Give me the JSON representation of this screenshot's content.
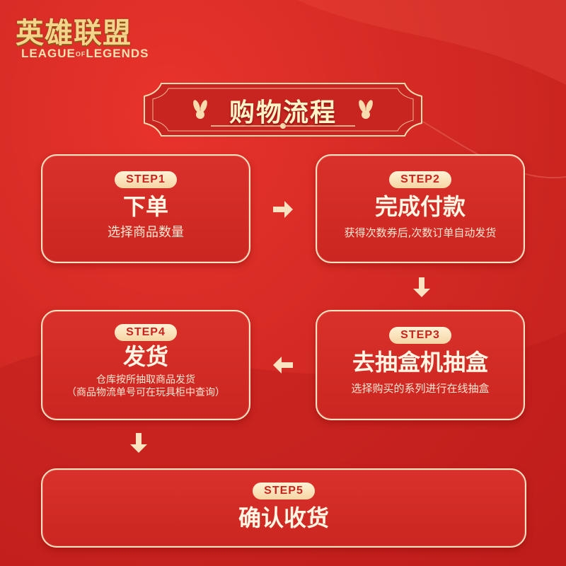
{
  "logo": {
    "cn": "英雄联盟",
    "en_left": "LEAGUE",
    "en_of": "OF",
    "en_right": "LEGENDS"
  },
  "banner": {
    "title": "购物流程"
  },
  "steps": [
    {
      "badge": "STEP1",
      "title": "下单",
      "desc": "选择商品数量"
    },
    {
      "badge": "STEP2",
      "title": "完成付款",
      "desc": "获得次数券后,次数订单自动发货"
    },
    {
      "badge": "STEP3",
      "title": "去抽盒机抽盒",
      "desc": "选择购买的系列进行在线抽盒"
    },
    {
      "badge": "STEP4",
      "title": "发货",
      "desc_line1": "仓库按所抽取商品发货",
      "desc_line2": "（商品物流单号可在玩具柜中查询）"
    },
    {
      "badge": "STEP5",
      "title": "确认收货"
    }
  ],
  "icons": {
    "arrow_1_2": "arrow-right-icon",
    "arrow_2_3": "arrow-down-icon",
    "arrow_3_4": "arrow-left-icon",
    "arrow_4_5": "arrow-down-icon"
  },
  "colors": {
    "background": "#d42a24",
    "card_border": "#fbe3c2",
    "badge_bg": "#f6d5a4",
    "badge_text": "#c8231d",
    "gold": "#f3d48a"
  }
}
